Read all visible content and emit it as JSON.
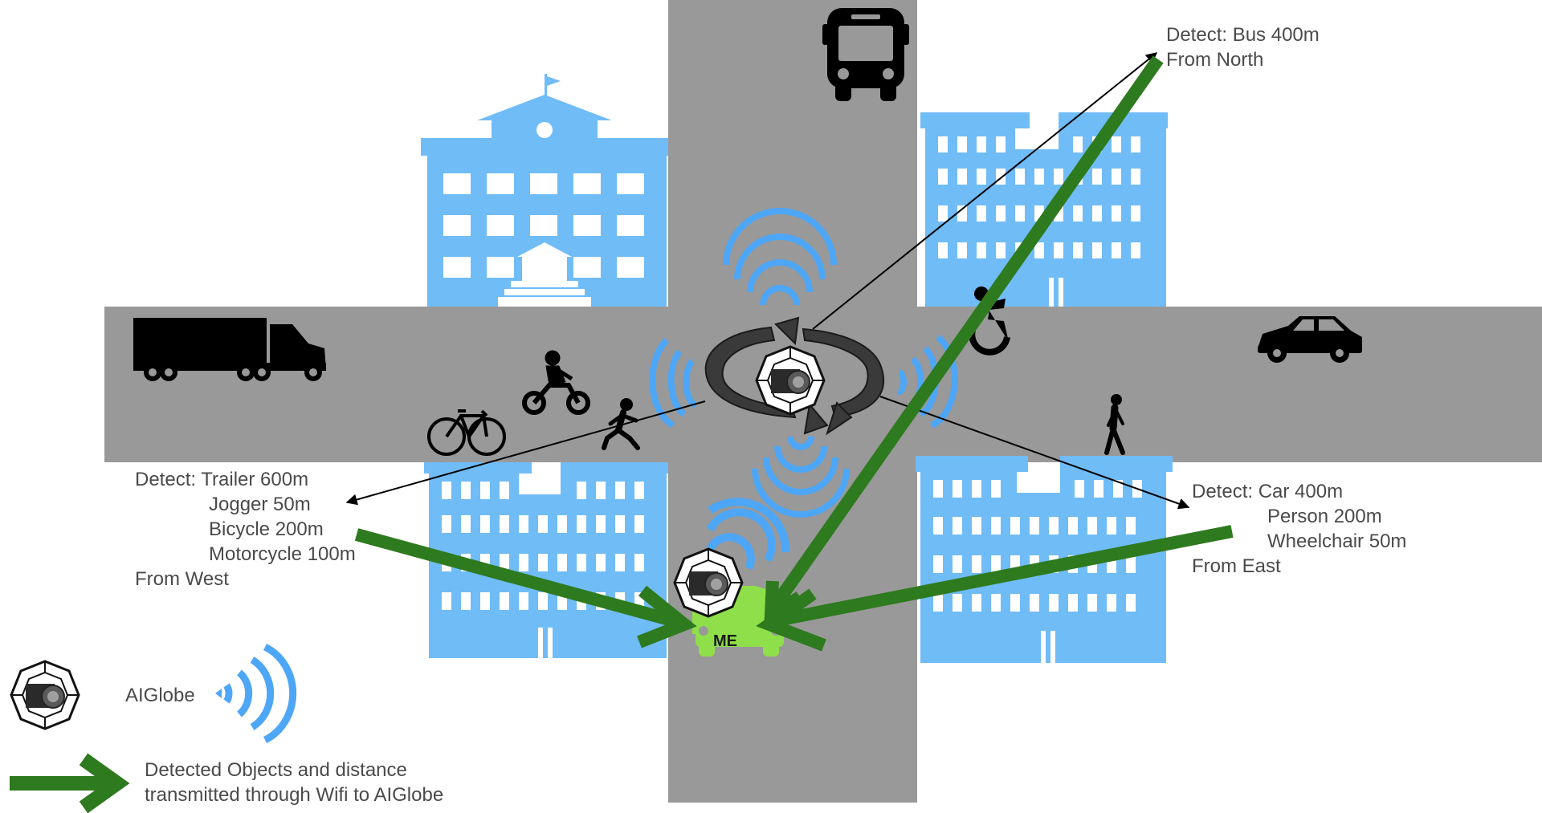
{
  "colors": {
    "road": "#999999",
    "building": "#70bcf7",
    "wifi": "#4ea6f6",
    "arrow": "#2e7a1e",
    "car_me": "#8fdf4a",
    "silhouette": "#000000",
    "text": "#4a4a4a"
  },
  "icons": {
    "bus": "bus-icon",
    "truck": "truck-icon",
    "car": "car-icon",
    "motorcycle": "motorcycle-icon",
    "bicycle": "bicycle-icon",
    "jogger": "jogger-icon",
    "pedestrian": "pedestrian-icon",
    "wheelchair": "wheelchair-icon",
    "aiglobe": "aiglobe-camera-icon",
    "wifi": "wifi-icon",
    "rotation": "rotation-arrows-icon"
  },
  "annotations": {
    "north": {
      "line1": "Detect: Bus  400m",
      "line2": "From North"
    },
    "west": {
      "line1": "Detect: Trailer  600m",
      "line2": "Jogger 50m",
      "line3": "Bicycle 200m",
      "line4": "Motorcycle 100m",
      "line5": "From West"
    },
    "east": {
      "line1": "Detect: Car  400m",
      "line2": "Person 200m",
      "line3": "Wheelchair 50m",
      "line4": "From East"
    }
  },
  "me_label": "ME",
  "legend": {
    "aiglobe_label": "AIGlobe",
    "arrow_line1": "Detected Objects and distance",
    "arrow_line2": "transmitted through Wifi to AIGlobe"
  }
}
